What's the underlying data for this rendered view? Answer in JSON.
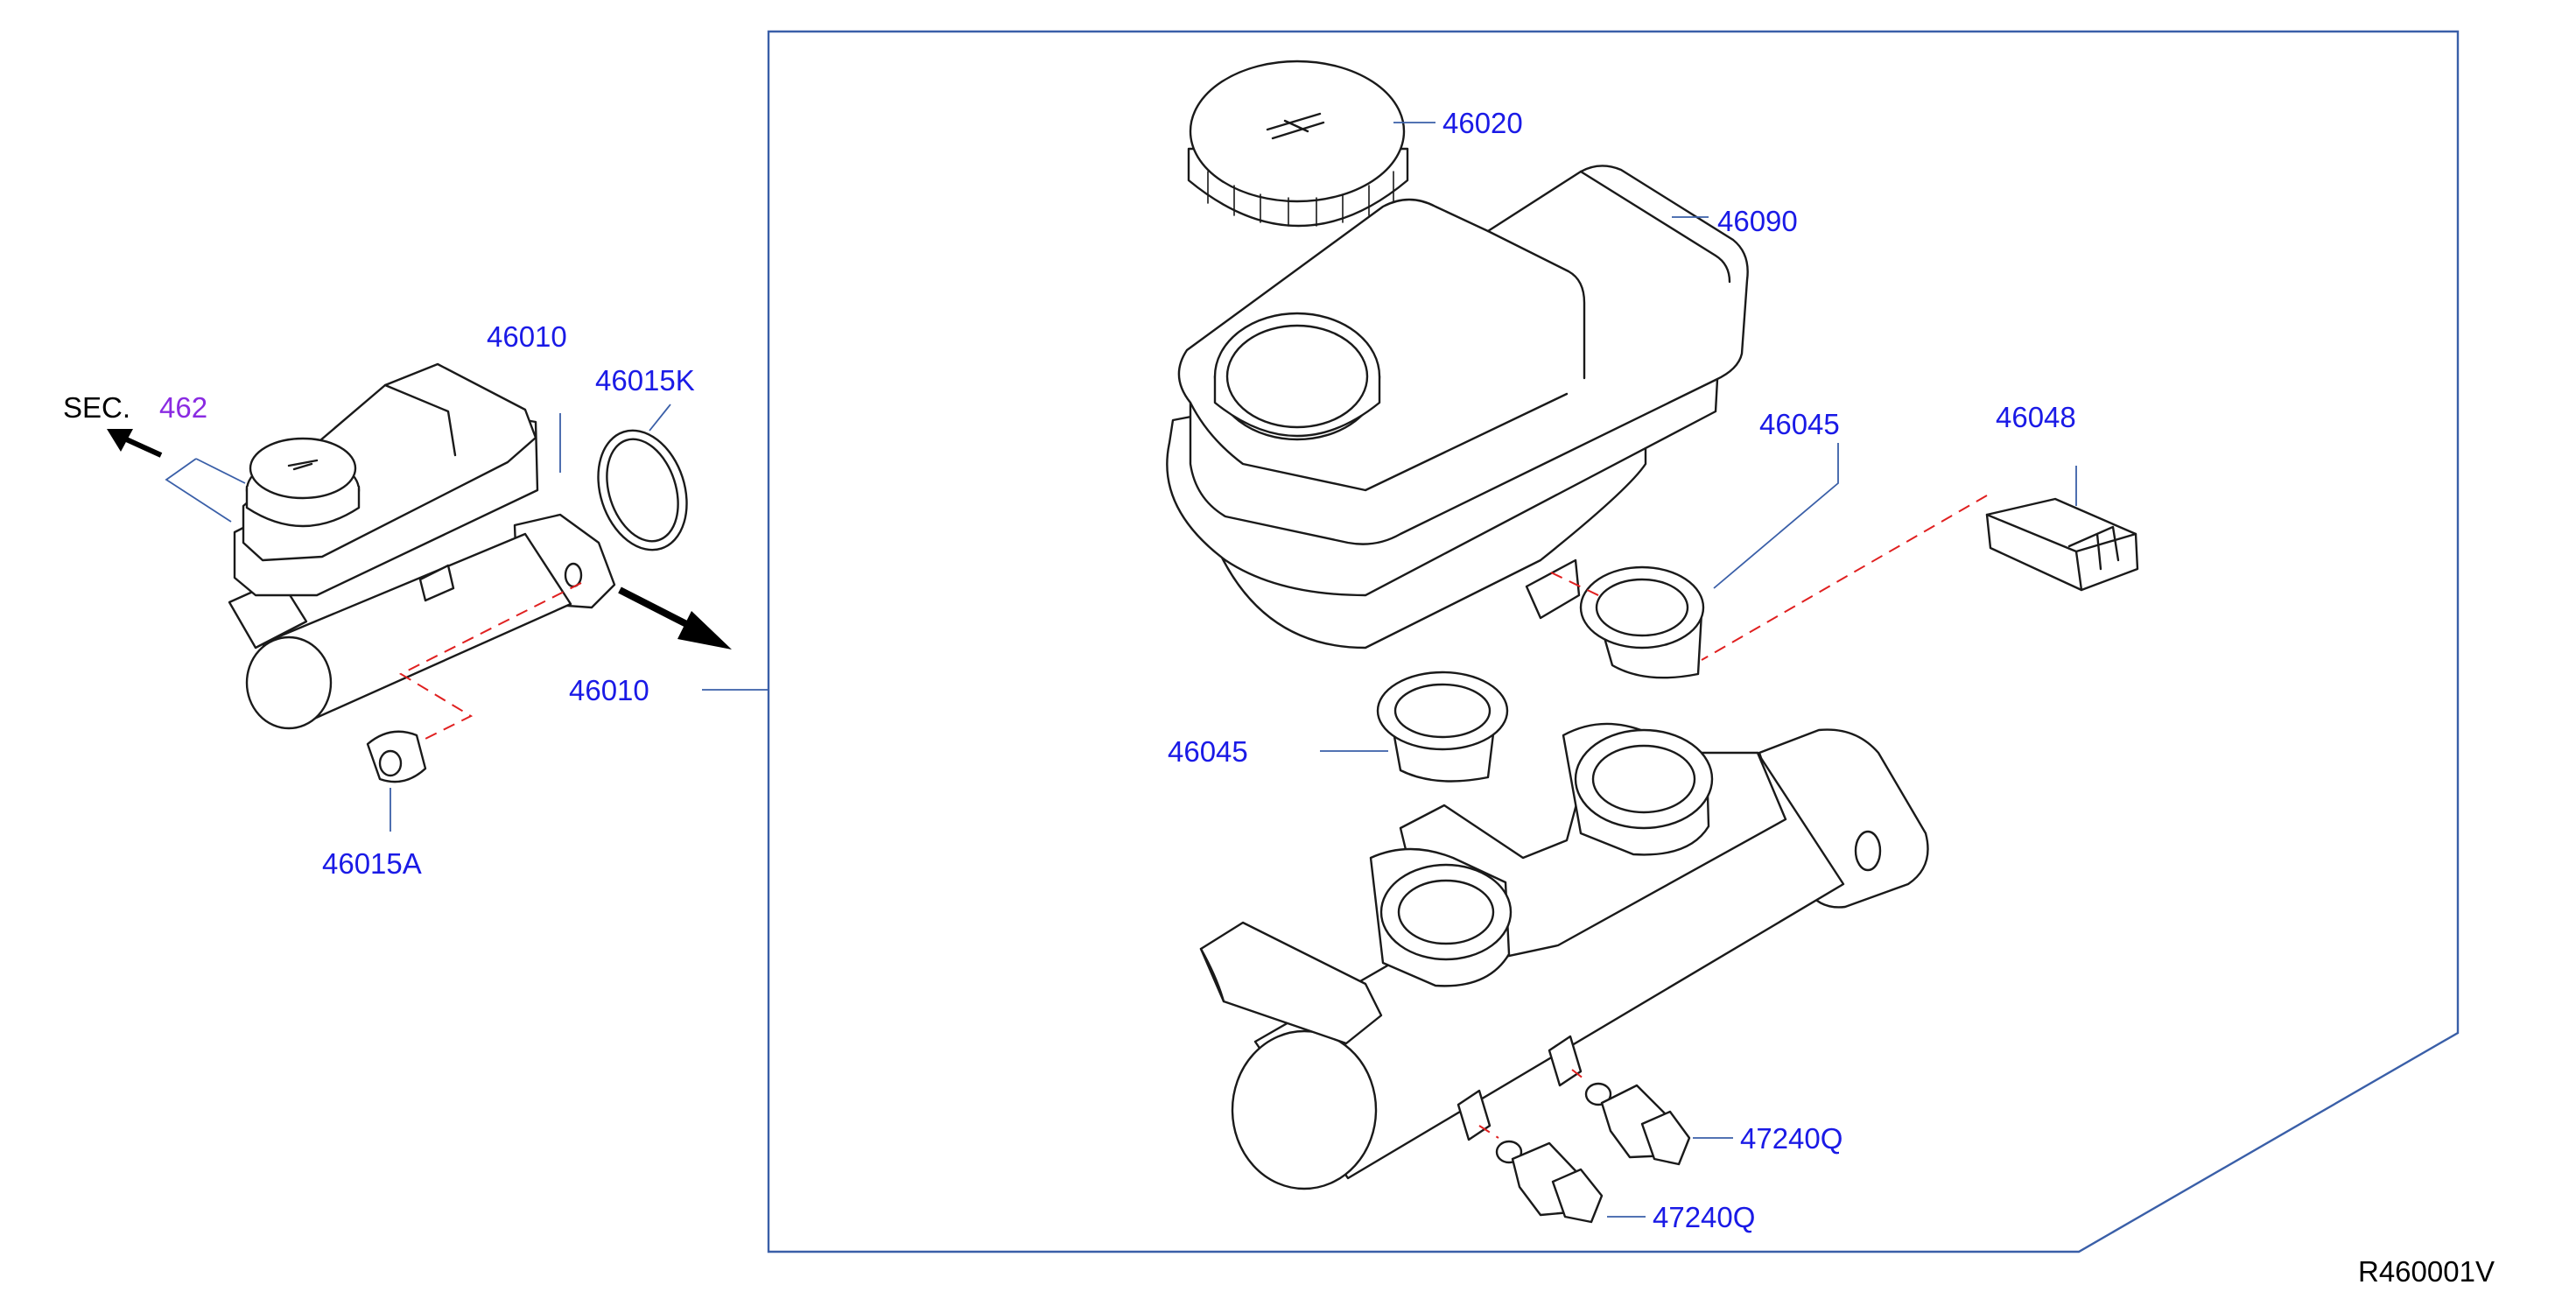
{
  "colors": {
    "label": "#1a1ae6",
    "section_ref": "#8a2be2",
    "leader": "#3a5fa8",
    "dashed_guide": "#e02020",
    "outline": "#1a1a1a"
  },
  "section": {
    "prefix": "SEC.",
    "number": "462"
  },
  "labels": {
    "master_cylinder_overview": "46010",
    "master_cylinder_detail": "46010",
    "oring": "46015K",
    "seal": "46015A",
    "cap": "46020",
    "reservoir_tank": "46090",
    "grommet_upper": "46045",
    "grommet_lower": "46045",
    "pin": "46048",
    "plug_upper": "47240Q",
    "plug_lower": "47240Q"
  },
  "diagram_id": "R460001V"
}
